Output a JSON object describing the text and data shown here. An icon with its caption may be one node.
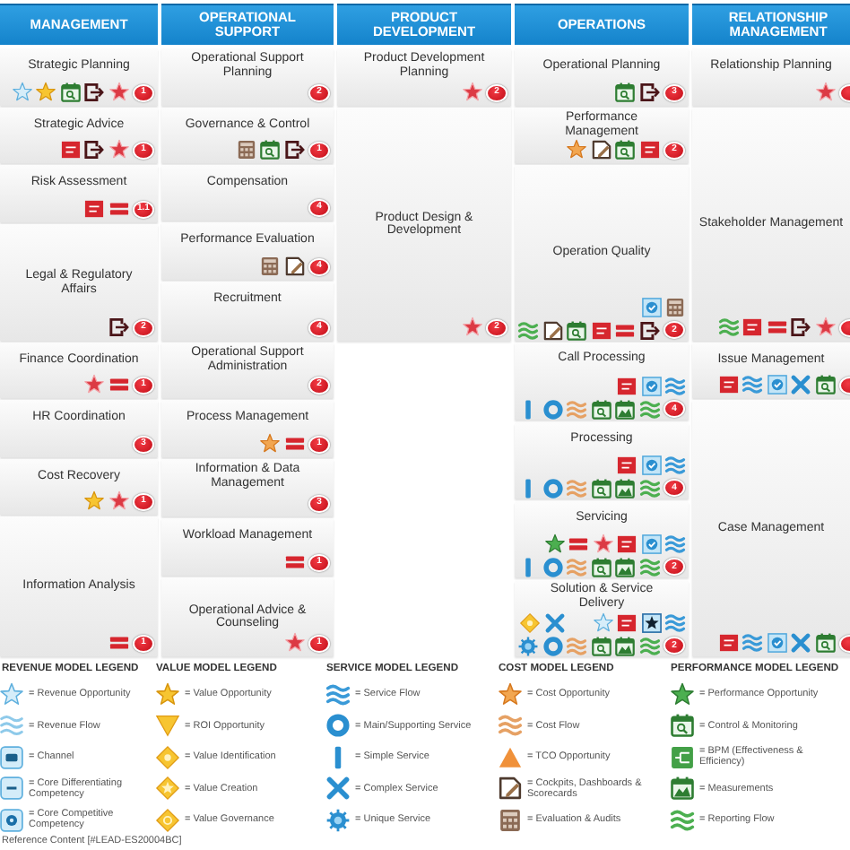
{
  "diagram": {
    "nodes": [
      {
        "text": [
          "MANAGEMENT"
        ]
      },
      {
        "text": [
          "Strategic Planning"
        ]
      },
      {
        "text": [
          "1"
        ],
        "in": 1
      },
      {
        "text": [
          "Strategic Advice"
        ]
      },
      {
        "text": [
          "1"
        ],
        "in": 3
      },
      {
        "text": [
          "Risk Assessment"
        ]
      },
      {
        "text": [
          "1.1"
        ],
        "in": 5
      },
      {
        "text": [
          "Legal & Regulatory Affairs"
        ]
      },
      {
        "text": [
          "2"
        ],
        "in": 7
      },
      {
        "text": [
          "Finance Coordination"
        ]
      },
      {
        "text": [
          "1"
        ],
        "in": 9
      },
      {
        "text": [
          "HR Coordination"
        ]
      },
      {
        "text": [
          "3"
        ],
        "in": 11
      },
      {
        "text": [
          "Cost Recovery"
        ]
      },
      {
        "text": [
          "1"
        ],
        "in": 13
      },
      {
        "text": [
          "Information Analysis"
        ]
      },
      {
        "text": [
          "1"
        ],
        "in": 15
      },
      {
        "text": [
          "OPERATIONAL SUPPORT"
        ]
      },
      {
        "text": [
          "Operational Support Planning"
        ]
      },
      {
        "text": [
          "2"
        ],
        "in": 18
      },
      {
        "text": [
          "Governance & Control"
        ]
      },
      {
        "text": [
          "1"
        ],
        "in": 20
      },
      {
        "text": [
          "Compensation"
        ]
      },
      {
        "text": [
          "4"
        ],
        "in": 22
      },
      {
        "text": [
          "Performance Evaluation"
        ]
      },
      {
        "text": [
          "4"
        ],
        "in": 24
      },
      {
        "text": [
          "Recruitment"
        ]
      },
      {
        "text": [
          "4"
        ],
        "in": 26
      },
      {
        "text": [
          "Operational Support Administration"
        ]
      },
      {
        "text": [
          "2"
        ],
        "in": 28
      },
      {
        "text": [
          "Process Management"
        ]
      },
      {
        "text": [
          "1"
        ],
        "in": 30
      },
      {
        "text": [
          "Information & Data Management"
        ]
      },
      {
        "text": [
          "3"
        ],
        "in": 32
      },
      {
        "text": [
          "Workload Management"
        ]
      },
      {
        "text": [
          "1"
        ],
        "in": 34
      },
      {
        "text": [
          "Operational Advice & Counseling"
        ]
      },
      {
        "text": [
          "1"
        ],
        "in": 36
      },
      {
        "text": [
          "PRODUCT DEVELOPMENT"
        ]
      },
      {
        "text": [
          "Product Development Planning"
        ]
      },
      {
        "text": [
          "2"
        ],
        "in": 39
      },
      {
        "text": [
          "Product Design & Development"
        ]
      },
      {
        "text": [
          "2"
        ],
        "in": 41
      },
      {
        "text": [
          "OPERATIONS"
        ]
      },
      {
        "text": [
          "Operational Planning"
        ]
      },
      {
        "text": [
          "3"
        ],
        "in": 44
      },
      {
        "text": [
          "Performance Management"
        ]
      },
      {
        "text": [
          "2"
        ],
        "in": 46
      },
      {
        "text": [
          "Operation Quality"
        ]
      },
      {
        "text": [
          "2"
        ],
        "in": 48
      },
      {
        "text": [
          "Call Processing"
        ]
      },
      {
        "text": [
          "4"
        ],
        "in": 50
      },
      {
        "text": [
          "Processing"
        ]
      },
      {
        "text": [
          "4"
        ],
        "in": 52
      },
      {
        "text": [
          "Servicing"
        ]
      },
      {
        "text": [
          "2"
        ],
        "in": 54
      },
      {
        "text": [
          "Solution & Service Delivery"
        ]
      },
      {
        "text": [
          "2"
        ],
        "in": 56
      },
      {
        "text": [
          "RELATIONSHIP MANAGEMENT"
        ]
      },
      {
        "text": [
          "Relationship Planning"
        ]
      },
      {
        "text": [],
        "shape": "circle",
        "in": 59
      },
      {
        "text": [
          "Stakeholder Management"
        ]
      },
      {
        "text": [],
        "shape": "circle",
        "in": 61
      },
      {
        "text": [
          "Issue Management"
        ]
      },
      {
        "text": [],
        "shape": "circle",
        "in": 63
      },
      {
        "text": [
          "Case Management"
        ]
      },
      {
        "text": [],
        "shape": "circle",
        "in": 65
      }
    ],
    "labels": [
      "REVENUE MODEL LEGEND",
      "VALUE MODEL LEGEND",
      "SERVICE MODEL LEGEND",
      "COST MODEL LEGEND",
      "PERFORMANCE MODEL LEGEND",
      "Reference Content [#LEAD-ES20004BC]"
    ],
    "legend": [
      {
        "text": "= Revenue Opportunity"
      },
      {
        "text": "= Revenue Flow"
      },
      {
        "text": "= Channel"
      },
      {
        "text": "= Core Differentiating Competency"
      },
      {
        "text": "= Core Competitive Competency"
      },
      {
        "text": "= Value Opportunity"
      },
      {
        "text": "= ROI Opportunity"
      },
      {
        "text": "= Value Identification"
      },
      {
        "text": "= Value Creation"
      },
      {
        "text": "= Value Governance"
      },
      {
        "text": "= Service Flow"
      },
      {
        "text": "= Main/Supporting Service"
      },
      {
        "text": "= Simple Service"
      },
      {
        "text": "= Complex Service"
      },
      {
        "text": "= Unique Service"
      },
      {
        "text": "= Cost Opportunity"
      },
      {
        "text": "= Cost Flow"
      },
      {
        "text": "= TCO Opportunity"
      },
      {
        "text": "= Cockpits, Dashboards & Scorecards"
      },
      {
        "text": "= Evaluation & Audits"
      },
      {
        "text": "= Performance Opportunity"
      },
      {
        "text": "= Control & Monitoring"
      },
      {
        "text": "= BPM (Effectiveness & Efficiency)"
      },
      {
        "text": "= Measurements"
      },
      {
        "text": "= Reporting Flow"
      }
    ]
  }
}
